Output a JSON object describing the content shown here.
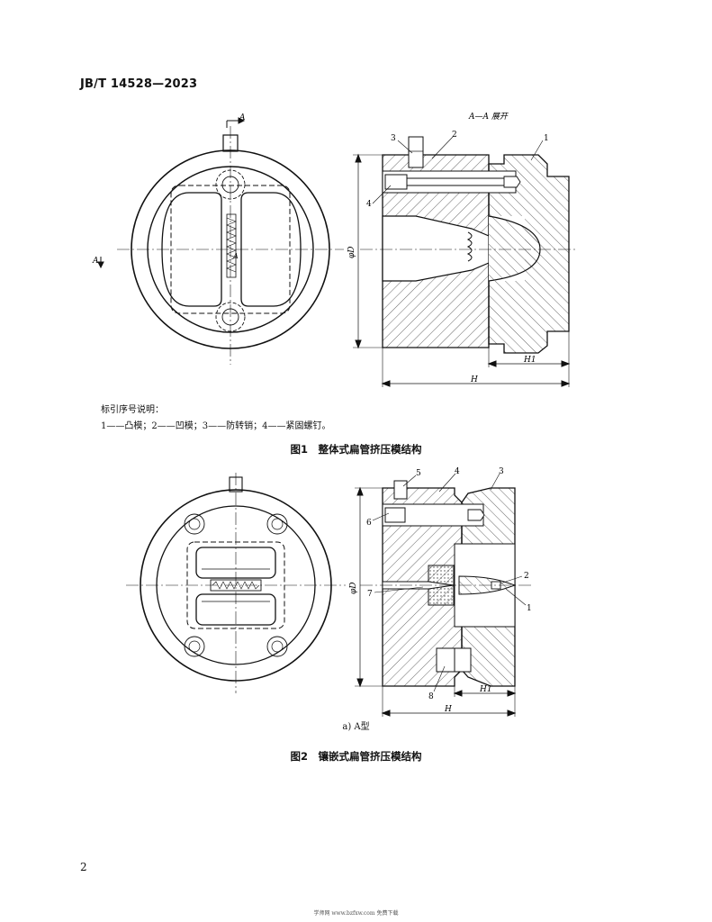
{
  "header": {
    "std_no": "JB/T 14528—2023"
  },
  "figure1": {
    "section_label_top": "A",
    "section_label_left": "A",
    "section_label_center": "A",
    "view_title": "A—A 展开",
    "callouts": [
      "1",
      "2",
      "3",
      "4"
    ],
    "dim_phiD": "φD",
    "dim_H1": "H1",
    "dim_H": "H",
    "legend_title": "标引序号说明：",
    "legend_body": "1——凸模；2——凹模；3——防转销；4——紧固螺钉。",
    "caption": "图1　整体式扁管挤压模结构"
  },
  "figure2": {
    "callouts": [
      "5",
      "4",
      "3",
      "6",
      "2",
      "7",
      "1",
      "8"
    ],
    "dim_phiD": "φD",
    "dim_H1": "H1",
    "dim_H": "H",
    "subcaption": "a) A型",
    "caption": "图2　镶嵌式扁管挤压模结构"
  },
  "page_number": "2",
  "footer": "学师网 www.bzfxw.com 免费下载"
}
